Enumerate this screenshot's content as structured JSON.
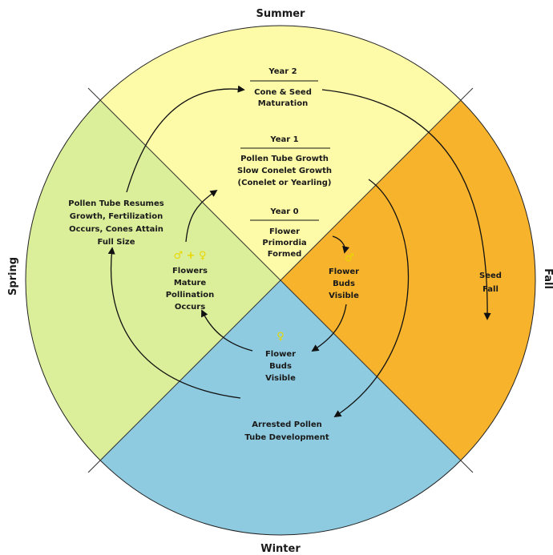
{
  "seasons": {
    "summer": "Summer",
    "fall": "Fall",
    "winter": "Winter",
    "spring": "Spring"
  },
  "colors": {
    "summer": "#fdfaa8",
    "fall": "#f7b32c",
    "winter": "#8ecbe0",
    "spring": "#dbee9a",
    "female_symbol": "#e8d800",
    "male_symbol": "#e8d800"
  },
  "year2": {
    "heading": "Year 2",
    "lines": [
      "Cone & Seed",
      "Maturation"
    ]
  },
  "year1": {
    "heading": "Year 1",
    "lines": [
      "Pollen Tube Growth",
      "Slow Conelet Growth",
      "(Conelet or Yearling)"
    ]
  },
  "year0": {
    "heading": "Year 0",
    "lines": [
      "Flower",
      "Primordia",
      "Formed"
    ]
  },
  "male_buds": {
    "symbol": "♂",
    "lines": [
      "Flower",
      "Buds",
      "Visible"
    ]
  },
  "female_buds": {
    "symbol": "♀",
    "lines": [
      "Flower",
      "Buds",
      "Visible"
    ]
  },
  "pollination": {
    "symbols": "♂ + ♀",
    "lines": [
      "Flowers",
      "Mature",
      "Pollination",
      "Occurs"
    ]
  },
  "fertilization": {
    "lines": [
      "Pollen Tube Resumes",
      "Growth, Fertilization",
      "Occurs, Cones Attain",
      "Full Size"
    ]
  },
  "seed_fall": {
    "lines": [
      "Seed",
      "Fall"
    ]
  },
  "arrested": {
    "lines": [
      "Arrested Pollen",
      "Tube Development"
    ]
  }
}
